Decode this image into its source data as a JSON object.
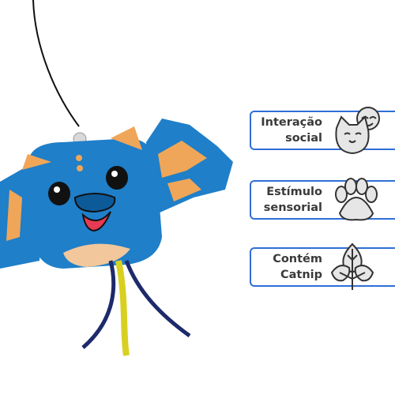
{
  "features": [
    {
      "line1": "Interação",
      "line2": "social",
      "icon": "cat-and-smiley-icon"
    },
    {
      "line1": "Estímulo",
      "line2": "sensorial",
      "icon": "paw-print-icon"
    },
    {
      "line1": "Contém",
      "line2": "Catnip",
      "icon": "catnip-leaf-icon"
    }
  ],
  "colors": {
    "accent_border": "#2f6fd6",
    "text": "#3a3a3a",
    "toy_blue": "#1f7fc9",
    "toy_orange": "#f0a658",
    "ribbon_navy": "#1d2a6b",
    "ribbon_yellow": "#d8d020"
  }
}
